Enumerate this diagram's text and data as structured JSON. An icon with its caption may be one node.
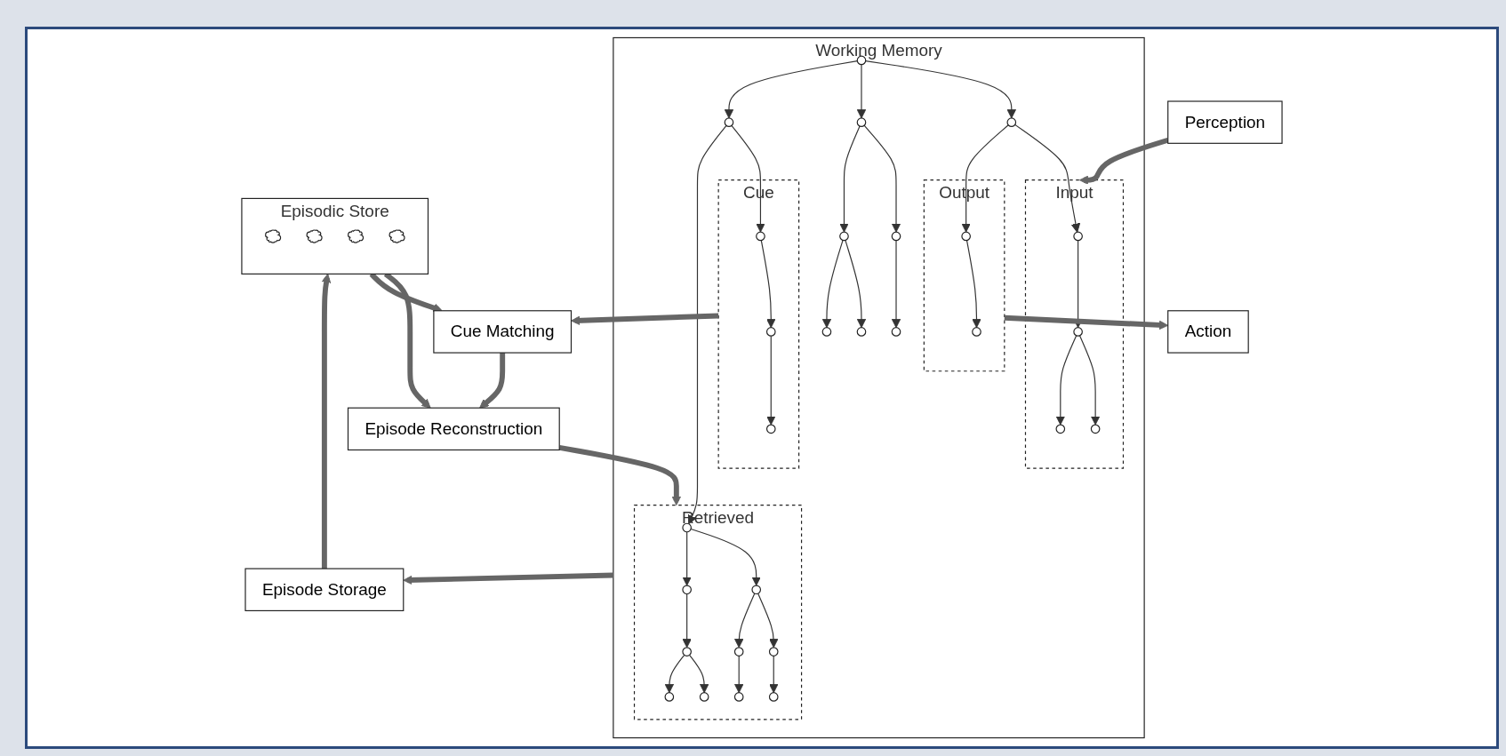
{
  "diagram": {
    "nodes": [
      {
        "text": [
          "Working Memory"
        ]
      },
      {
        "text": [
          "Input"
        ],
        "in": 0
      },
      {
        "text": [
          "Cue"
        ],
        "in": 0
      },
      {
        "text": [
          "Output"
        ],
        "in": 0
      },
      {
        "text": [
          "Retrieved"
        ],
        "in": 0
      },
      {
        "text": [
          "Perception"
        ]
      },
      {
        "text": [
          "Cue Matching"
        ]
      },
      {
        "text": [
          "Action"
        ]
      },
      {
        "text": [
          "Episode Reconstruction"
        ]
      },
      {
        "text": [
          "Episode Storage"
        ]
      },
      {
        "text": [
          "Episodic Store"
        ]
      },
      {
        "text": [],
        "shape": "cloud",
        "in": 10
      },
      {
        "text": [],
        "shape": "cloud",
        "in": 10
      },
      {
        "text": [],
        "shape": "cloud",
        "in": 10
      },
      {
        "text": [],
        "shape": "cloud",
        "in": 10
      },
      {
        "text": [],
        "shape": "circle",
        "in": 0
      },
      {
        "text": [],
        "shape": "circle",
        "in": 1
      },
      {
        "text": [],
        "shape": "circle",
        "in": 1
      },
      {
        "text": [],
        "shape": "circle",
        "in": 1
      },
      {
        "text": [],
        "shape": "circle",
        "in": 1
      },
      {
        "text": [],
        "shape": "circle",
        "in": 0
      },
      {
        "text": [],
        "shape": "circle",
        "in": 0
      },
      {
        "text": [],
        "shape": "circle",
        "in": 0
      },
      {
        "text": [],
        "shape": "circle",
        "in": 2
      },
      {
        "text": [],
        "shape": "circle",
        "in": 2
      },
      {
        "text": [],
        "shape": "circle",
        "in": 2
      },
      {
        "text": [],
        "shape": "circle",
        "in": 3
      },
      {
        "text": [],
        "shape": "circle",
        "in": 3
      },
      {
        "text": [],
        "shape": "circle",
        "in": 0
      },
      {
        "text": [],
        "shape": "circle",
        "in": 0
      },
      {
        "text": [],
        "shape": "circle",
        "in": 0
      },
      {
        "text": [],
        "shape": "circle",
        "in": 0
      },
      {
        "text": [],
        "shape": "circle",
        "in": 0
      },
      {
        "text": [],
        "shape": "circle",
        "in": 4
      },
      {
        "text": [],
        "shape": "circle",
        "in": 4
      },
      {
        "text": [],
        "shape": "circle",
        "in": 4
      },
      {
        "text": [],
        "shape": "circle",
        "in": 4
      },
      {
        "text": [],
        "shape": "circle",
        "in": 4
      },
      {
        "text": [],
        "shape": "circle",
        "in": 4
      },
      {
        "text": [],
        "shape": "circle",
        "in": 4
      },
      {
        "text": [],
        "shape": "circle",
        "in": 4
      },
      {
        "text": [],
        "shape": "circle",
        "in": 4
      },
      {
        "text": [],
        "shape": "circle",
        "in": 4
      }
    ],
    "edges": [
      {
        "from": 15,
        "to": 20,
        "arrow": "to"
      },
      {
        "from": 15,
        "to": 21,
        "arrow": "to"
      },
      {
        "from": 15,
        "to": 22,
        "arrow": "to"
      },
      {
        "from": 20,
        "to": 16,
        "arrow": "to"
      },
      {
        "from": 16,
        "to": 17,
        "arrow": "to"
      },
      {
        "from": 17,
        "to": 18,
        "arrow": "to"
      },
      {
        "from": 17,
        "to": 19,
        "arrow": "to"
      },
      {
        "from": 20,
        "to": 26,
        "arrow": "to"
      },
      {
        "from": 26,
        "to": 27,
        "arrow": "to"
      },
      {
        "from": 22,
        "to": 23,
        "arrow": "to"
      },
      {
        "from": 23,
        "to": 24,
        "arrow": "to"
      },
      {
        "from": 24,
        "to": 25,
        "arrow": "to"
      },
      {
        "from": 22,
        "to": 33,
        "arrow": "to"
      },
      {
        "from": 21,
        "to": 28,
        "arrow": "to"
      },
      {
        "from": 21,
        "to": 29,
        "arrow": "to"
      },
      {
        "from": 28,
        "to": 30,
        "arrow": "to"
      },
      {
        "from": 29,
        "to": 31,
        "arrow": "to"
      },
      {
        "from": 29,
        "to": 32,
        "arrow": "to"
      },
      {
        "from": 33,
        "to": 34,
        "arrow": "to"
      },
      {
        "from": 34,
        "to": 35,
        "arrow": "to"
      },
      {
        "from": 35,
        "to": 36,
        "arrow": "to"
      },
      {
        "from": 34,
        "to": 37,
        "arrow": "to"
      },
      {
        "from": 37,
        "to": 38,
        "arrow": "to"
      },
      {
        "from": 33,
        "to": 39,
        "arrow": "to"
      },
      {
        "from": 39,
        "to": 40,
        "arrow": "to"
      },
      {
        "from": 40,
        "to": 41,
        "arrow": "to"
      },
      {
        "from": 40,
        "to": 42,
        "arrow": "to"
      },
      {
        "from": 5,
        "to": 1,
        "arrow": "to",
        "style": "thick",
        "color": "#666666"
      },
      {
        "from": 3,
        "to": 7,
        "arrow": "to",
        "style": "thick",
        "color": "#666666"
      },
      {
        "from": 2,
        "to": 6,
        "arrow": "to",
        "style": "thick",
        "color": "#666666"
      },
      {
        "from": 6,
        "to": 8,
        "arrow": "to",
        "style": "thick",
        "color": "#666666"
      },
      {
        "from": 8,
        "to": 4,
        "arrow": "to",
        "style": "thick",
        "color": "#666666"
      },
      {
        "from": 0,
        "to": 9,
        "arrow": "to",
        "style": "thick",
        "color": "#666666"
      },
      {
        "from": 9,
        "to": 10,
        "arrow": "to",
        "style": "thick",
        "color": "#666666"
      },
      {
        "from": 10,
        "to": 8,
        "arrow": "to",
        "style": "thick",
        "color": "#666666"
      },
      {
        "from": 10,
        "to": 6,
        "arrow": "to",
        "style": "thick",
        "color": "#666666"
      }
    ]
  }
}
